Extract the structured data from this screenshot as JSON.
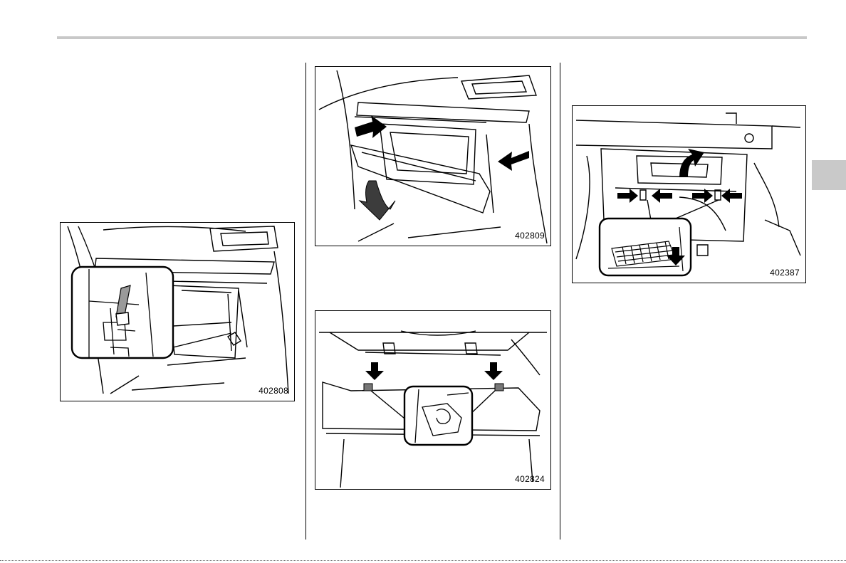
{
  "figures": [
    {
      "id": "402808"
    },
    {
      "id": "402809"
    },
    {
      "id": "402824"
    },
    {
      "id": "402387"
    }
  ]
}
